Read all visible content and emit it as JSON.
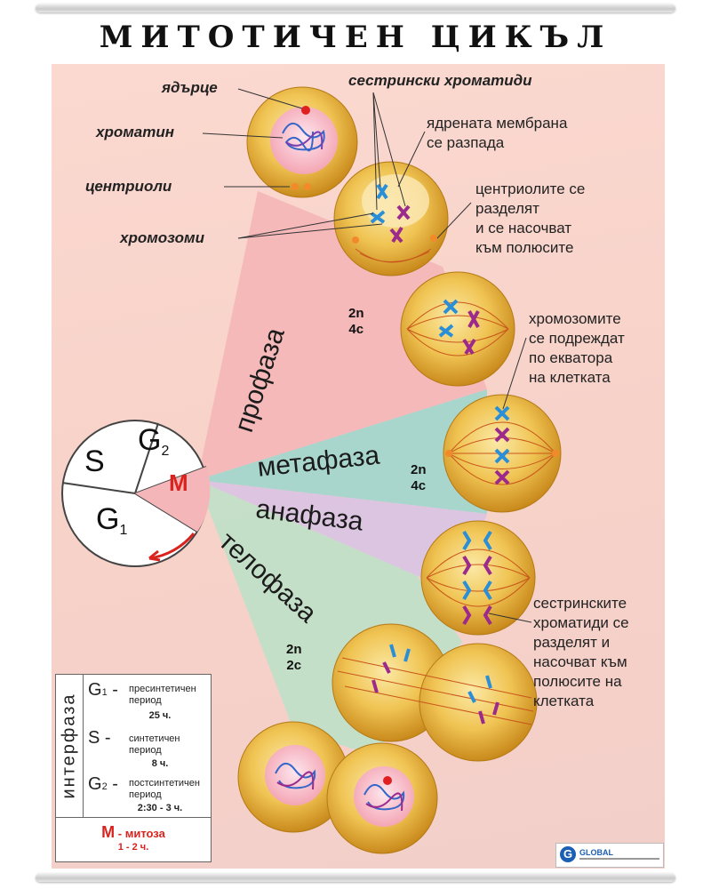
{
  "title": "МИТОТИЧЕН ЦИКЪЛ",
  "labels": {
    "nucleolus": "ядърце",
    "chromatin": "хроматин",
    "centrioles": "центриоли",
    "chromosomes": "хромозоми",
    "sister_chromatids": "сестрински хроматиди"
  },
  "notes": {
    "membrane_line1": "ядрената мембрана",
    "membrane_line2": "се разпада",
    "centriole_line1": "центриолите се",
    "centriole_line2": "разделят",
    "centriole_line3": "и се насочват",
    "centriole_line4": "към полюсите",
    "equator_line1": "хромозомите",
    "equator_line2": "се подреждат",
    "equator_line3": "по екватора",
    "equator_line4": "на клетката",
    "chromatids_line1": "сестринските",
    "chromatids_line2": "хроматиди се",
    "chromatids_line3": "разделят и",
    "chromatids_line4": "насочват към",
    "chromatids_line5": "полюсите на",
    "chromatids_line6": "клетката"
  },
  "phases": {
    "prophase": "профаза",
    "metaphase": "метафаза",
    "anaphase": "анафаза",
    "telophase": "телофаза"
  },
  "ploidy": {
    "prophase_n": "2n",
    "prophase_c": "4c",
    "metaphase_n": "2n",
    "metaphase_c": "4c",
    "telophase_n": "2n",
    "telophase_c": "2c"
  },
  "cycle": {
    "s": "S",
    "g": "G",
    "g2_sub": "2",
    "g1_sub": "1",
    "m": "M"
  },
  "legend": {
    "side_label": "интерфаза",
    "g1_key": "G",
    "g1_sub": "1",
    "g1_dash": "-",
    "g1_desc": "пресинтетичен период",
    "g1_dur": "25 ч.",
    "s_key": "S",
    "s_dash": "-",
    "s_desc": "синтетичен период",
    "s_dur": "8 ч.",
    "g2_key": "G",
    "g2_sub": "2",
    "g2_dash": "-",
    "g2_desc": "постсинтетичен период",
    "g2_dur": "2:30 - 3 ч.",
    "m_key": "M",
    "m_desc": "- митоза",
    "m_dur": "1 - 2 ч."
  },
  "logo": {
    "letter": "G",
    "text": "GLOBAL"
  },
  "colors": {
    "background": "#f7d2c9",
    "prophase_sector": "#f4b6b8",
    "metaphase_sector": "#9fd6cc",
    "anaphase_sector": "#d9c3e3",
    "telophase_sector": "#bfe0c8",
    "cell": "#e9b43a",
    "chromosome_blue": "#2a8fd6",
    "chromosome_purple": "#9b2a8c",
    "m_red": "#d9231f"
  }
}
